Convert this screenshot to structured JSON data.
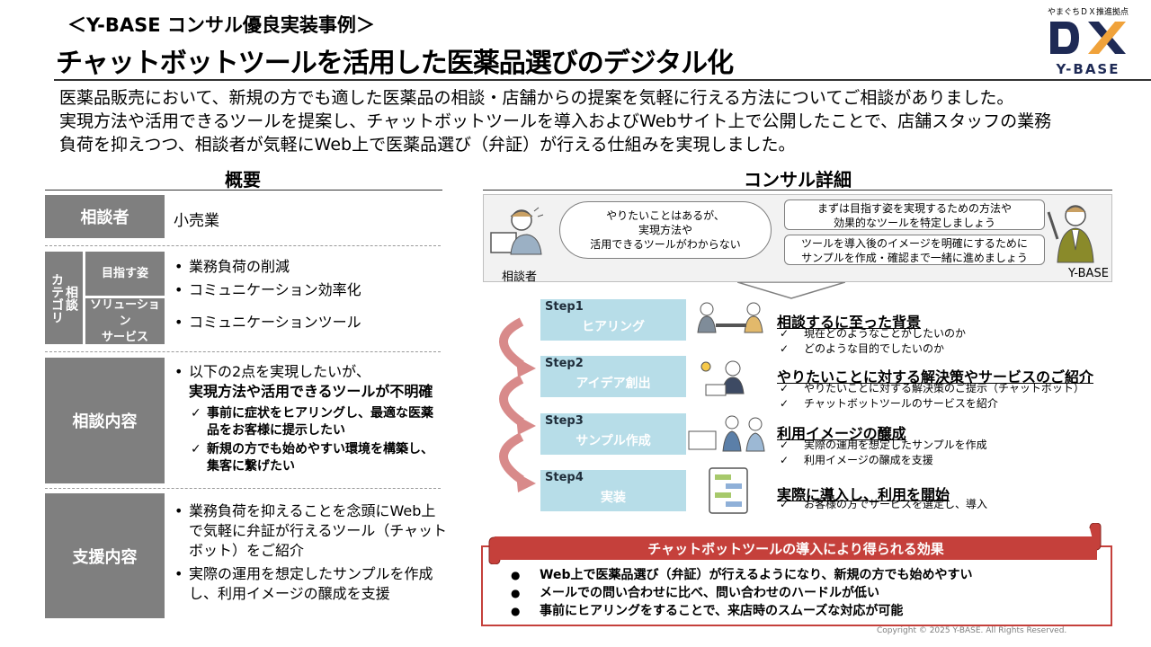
{
  "header": {
    "subtitle": "＜Y-BASE コンサル優良実装事例＞",
    "title": "チャットボットツールを活用した医薬品選びのデジタル化",
    "logo_tagline": "やまぐちＤＸ推進拠点",
    "logo_name": "Y-BASE"
  },
  "intro": [
    "医薬品販売において、新規の方でも適した医薬品の相談・店舗からの提案を気軽に行える方法についてご相談がありました。",
    "実現方法や活用できるツールを提案し、チャットボットツールを導入およびWebサイト上で公開したことで、店舗スタッフの業務",
    "負荷を抑えつつ、相談者が気軽にWeb上で医薬品選び（弁証）が行える仕組みを実現しました。"
  ],
  "overview": {
    "heading": "概要",
    "consultant_label": "相談者",
    "consultant_value": "小売業",
    "category_label": "カテゴリ",
    "category_sub": "相談",
    "goal_label": "目指す姿",
    "goal_items": [
      "業務負荷の削減",
      "コミュニケーション効率化"
    ],
    "solution_label": "ソリューション\nサービス",
    "solution_items": [
      "コミュニケーションツール"
    ],
    "content_label": "相談内容",
    "content_intro": "以下の2点を実現したいが、",
    "content_bold": "実現方法や活用できるツールが不明確",
    "content_checks": [
      "事前に症状をヒアリングし、最適な医薬品をお客様に提示したい",
      "新規の方でも始めやすい環境を構築し、集客に繋げたい"
    ],
    "support_label": "支援内容",
    "support_items": [
      "業務負荷を抑えることを念頭にWeb上で気軽に弁証が行えるツール（チャットボット）をご紹介",
      "実際の運用を想定したサンプルを作成し、利用イメージの醸成を支援"
    ]
  },
  "detail": {
    "heading": "コンサル詳細",
    "client_bubble": "やりたいことはあるが、\n実現方法や\n活用できるツールがわからない",
    "client_label": "相談者",
    "ybase_bubble1": "まずは目指す姿を実現するための方法や\n効果的なツールを特定しましょう",
    "ybase_bubble2": "ツールを導入後のイメージを明確にするために\nサンプルを作成・確認まで一緒に進めましょう",
    "ybase_label": "Y-BASE",
    "steps": [
      {
        "step": "Step1",
        "name": "ヒアリング",
        "title": "相談するに至った背景",
        "items": [
          "現在どのようなことがしたいのか",
          "どのような目的でしたいのか"
        ]
      },
      {
        "step": "Step2",
        "name": "アイデア創出",
        "title": "やりたいことに対する解決策やサービスのご紹介",
        "items": [
          "やりたいことに対する解決策のご提示（チャットボット）",
          "チャットボットツールのサービスを紹介"
        ]
      },
      {
        "step": "Step3",
        "name": "サンプル作成",
        "title": "利用イメージの醸成",
        "items": [
          "実際の運用を想定したサンプルを作成",
          "利用イメージの醸成を支援"
        ]
      },
      {
        "step": "Step4",
        "name": "実装",
        "title": "実際に導入し、利用を開始",
        "items": [
          "お客様の方でサービスを選定し、導入"
        ]
      }
    ]
  },
  "effect": {
    "heading": "チャットボットツールの導入により得られる効果",
    "items": [
      "Web上で医薬品選び（弁証）が行えるようになり、新規の方でも始めやすい",
      "メールでの問い合わせに比べ、問い合わせのハードルが低い",
      "事前にヒアリングをすることで、来店時のスムーズな対応が可能"
    ]
  },
  "footer": {
    "copyright": "Copyright © 2025 Y-BASE. All Rights Reserved."
  },
  "colors": {
    "label_grey": "#7f7f7f",
    "step_blue": "#b7dde8",
    "accent_red": "#c5403b",
    "arrow_red": "#d88a8a",
    "logo_navy": "#1e2a55"
  }
}
